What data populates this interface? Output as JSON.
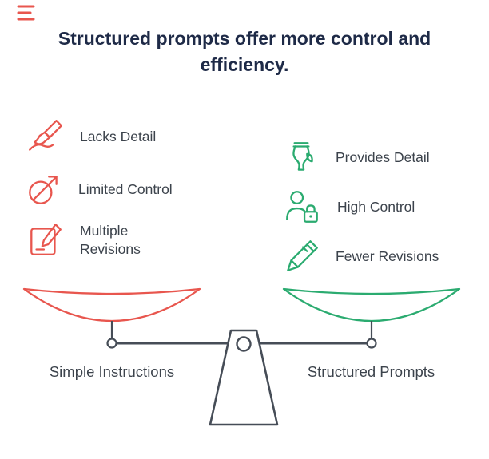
{
  "colors": {
    "red": "#e8564e",
    "green": "#2bab70",
    "navy": "#1e2a47",
    "dark": "#464d57",
    "text": "#3c434c"
  },
  "header": {
    "title": "Structured prompts offer more control and efficiency."
  },
  "left_column": {
    "items": [
      {
        "icon": "paintbrush-icon",
        "label": "Lacks Detail"
      },
      {
        "icon": "no-control-icon",
        "label": "Limited Control"
      },
      {
        "icon": "document-edit-icon",
        "label": "Multiple Revisions"
      }
    ]
  },
  "right_column": {
    "items": [
      {
        "icon": "vase-icon",
        "label": "Provides Detail"
      },
      {
        "icon": "person-lock-icon",
        "label": "High Control"
      },
      {
        "icon": "pen-icon",
        "label": "Fewer Revisions"
      }
    ]
  },
  "scale": {
    "left_label": "Simple Instructions",
    "right_label": "Structured Prompts"
  }
}
